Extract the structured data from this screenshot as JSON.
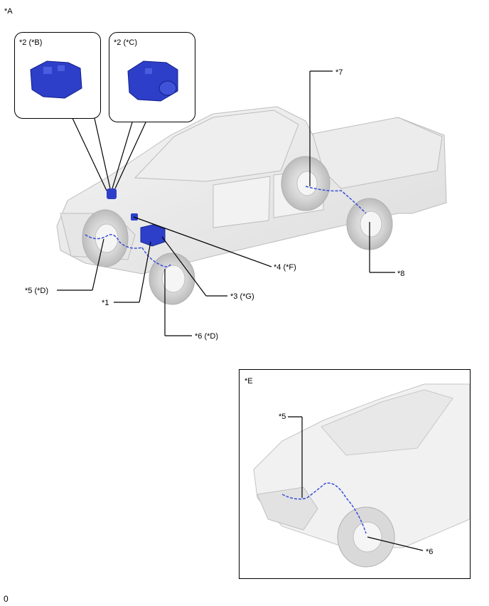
{
  "figure": {
    "view_label": "*A",
    "footer_text": "0"
  },
  "callouts": {
    "actuator_b": "*2 (*B)",
    "actuator_c": "*2 (*C)",
    "front_sensor_left": "*5 (*D)",
    "part_1": "*1",
    "front_sensor_wire_6": "*6 (*D)",
    "part_3": "*3 (*G)",
    "part_4": "*4 (*F)",
    "part_7": "*7",
    "rear_sensor_8": "*8"
  },
  "detail": {
    "label": "*E",
    "callout_5": "*5",
    "callout_6": "*6"
  },
  "colors": {
    "part_blue": "#2d3fc8",
    "wire_blue": "#3a4fd8",
    "outline": "#c8c8c8"
  }
}
